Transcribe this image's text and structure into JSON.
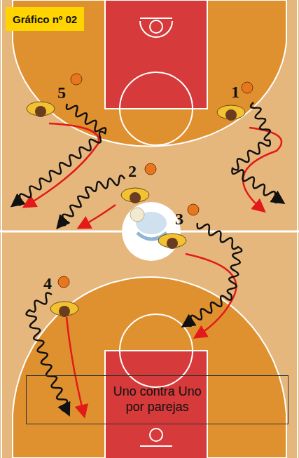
{
  "diagram": {
    "title": "Gráfico nº 02",
    "nodes": [
      {
        "text": [
          "Uno contra Uno por parejas"
        ]
      }
    ],
    "labels": [
      "5",
      "1",
      "2",
      "3",
      "4"
    ]
  }
}
